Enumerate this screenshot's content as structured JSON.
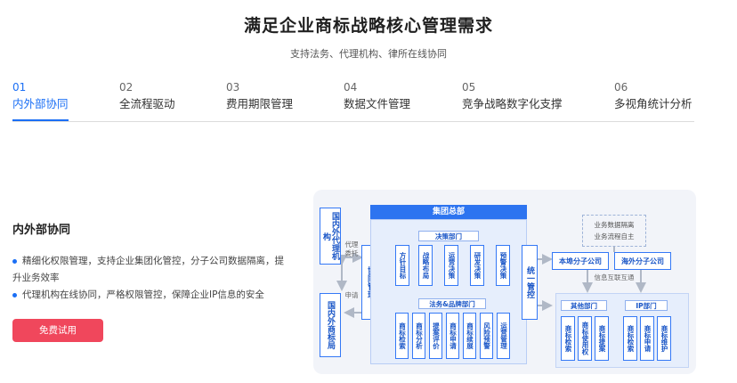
{
  "header": {
    "title": "满足企业商标战略核心管理需求",
    "subtitle": "支持法务、代理机构、律所在线协同"
  },
  "tabs": [
    {
      "num": "01",
      "label": "内外部协同"
    },
    {
      "num": "02",
      "label": "全流程驱动"
    },
    {
      "num": "03",
      "label": "费用期限管理"
    },
    {
      "num": "04",
      "label": "数据文件管理"
    },
    {
      "num": "05",
      "label": "竞争战略数字化支撑"
    },
    {
      "num": "06",
      "label": "多视角统计分析"
    }
  ],
  "content": {
    "section_title": "内外部协同",
    "bullets": [
      "精细化权限管理，支持企业集团化管控，分子公司数据隔离，提升业务效率",
      "代理机构在线协同，严格权限管控，保障企业IP信息的安全"
    ],
    "trial_button": "免费试用"
  },
  "diagram": {
    "left_top": "国内外代理机构",
    "left_bottom": "国内外商标局",
    "label_agent": "代理委托",
    "label_apply": "申请",
    "collab": "协同管理",
    "hq": "集团总部",
    "decision_dept": "决策部门",
    "decision_items": [
      "方针目标",
      "战略布局",
      "运营决策",
      "研发决策",
      "预警决策"
    ],
    "legal_dept": "法务&品牌部门",
    "legal_items": [
      "商标检索",
      "商标分析",
      "提案评价",
      "商标申请",
      "商标续展",
      "风险预警",
      "运营管理"
    ],
    "unified": "统一管控",
    "isolation": [
      "业务数据隔离",
      "业务流程自主"
    ],
    "domestic_sub": "本埠分子公司",
    "overseas_sub": "海外分子公司",
    "info_link": "信息互联互通",
    "other_dept": "其他部门",
    "other_items": [
      "商标检索",
      "商标使用权",
      "商标提案"
    ],
    "ip_dept": "IP部门",
    "ip_items": [
      "商标检索",
      "商标申请",
      "商标维护"
    ]
  }
}
